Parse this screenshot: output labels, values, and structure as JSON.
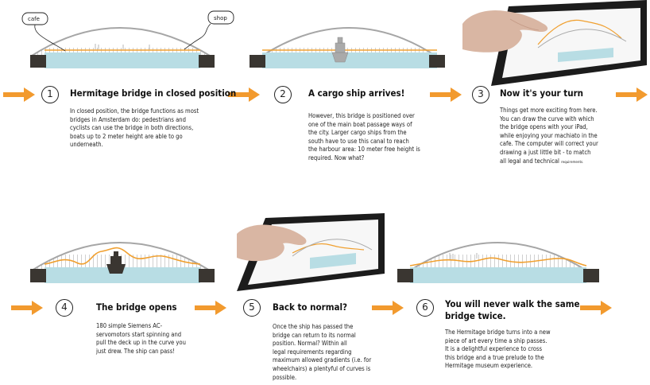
{
  "colors": {
    "arrow": "#f29a2e",
    "bridge_deck": "#f0a030",
    "water": "#b8dde4",
    "abutment": "#3a3631",
    "arch": "#a8a8a8",
    "tablet": "#1c1c1c"
  },
  "bubbles": {
    "cafe": "cafe",
    "shop": "shop"
  },
  "steps": [
    {
      "number": "1",
      "title": "Hermitage bridge in closed position",
      "text": "In closed position, the bridge functions as most\nbridges in Amsterdam do: pedestrians and\ncyclists can use the bridge in both directions,\nboats up to 2 meter height are able to go\nunderneath."
    },
    {
      "number": "2",
      "title": "A cargo ship arrives!",
      "text": "However, this bridge is positioned over\none of the main boat passage ways of\nthe city. Larger cargo ships from the\nsouth have to use this canal to reach\nthe harbour area: 10 meter free height is\nrequired. Now what?"
    },
    {
      "number": "3",
      "title": "Now it's your turn",
      "text": "Things get more exciting from here.\nYou can draw the curve with which\nthe bridge opens with your iPad,\nwhile enjoying your machiato in the\ncafe. The computer will correct your\ndrawing a just little bit - to match\nall legal and technical",
      "text_small": "requirements."
    },
    {
      "number": "4",
      "title": "The bridge opens",
      "text": "180 simple Siemens AC-\nservomotors start spinning and\npull the deck up in the curve you\njust drew. The ship can pass!"
    },
    {
      "number": "5",
      "title": "Back to normal?",
      "text": "Once the ship has passed the\nbridge can return to its normal\nposition. Normal? Within all\nlegal requirements regarding\nmaximum allowed gradients (i.e. for\nwheelchairs) a plentyful of curves is\npossible."
    },
    {
      "number": "6",
      "title": "You will never walk the same\nbridge twice.",
      "text": "The Hermitage bridge turns into a new\npiece of art every time a ship passes.\nIt is a delightful experience to cross\nthis bridge and a true prelude to the\nHermitage museum experience."
    }
  ]
}
